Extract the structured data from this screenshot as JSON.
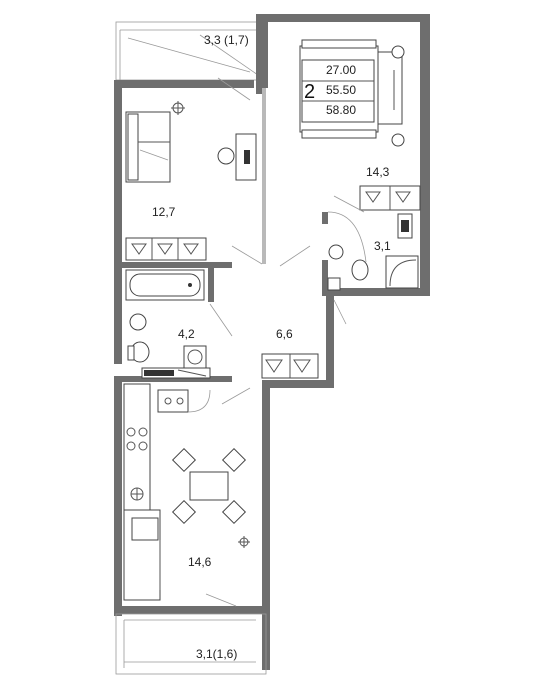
{
  "room_count": "2",
  "areas_summary": [
    "27.00",
    "55.50",
    "58.80"
  ],
  "rooms": {
    "balcony_top": "3,3 (1,7)",
    "bedroom": "12,7",
    "living_room": "14,3",
    "bathroom_small": "3,1",
    "bathroom": "4,2",
    "hallway": "6,6",
    "kitchen": "14,6",
    "balcony_bottom": "3,1(1,6)"
  },
  "colors": {
    "wall": "#6e6e6e",
    "line": "#555555",
    "background": "#ffffff"
  }
}
